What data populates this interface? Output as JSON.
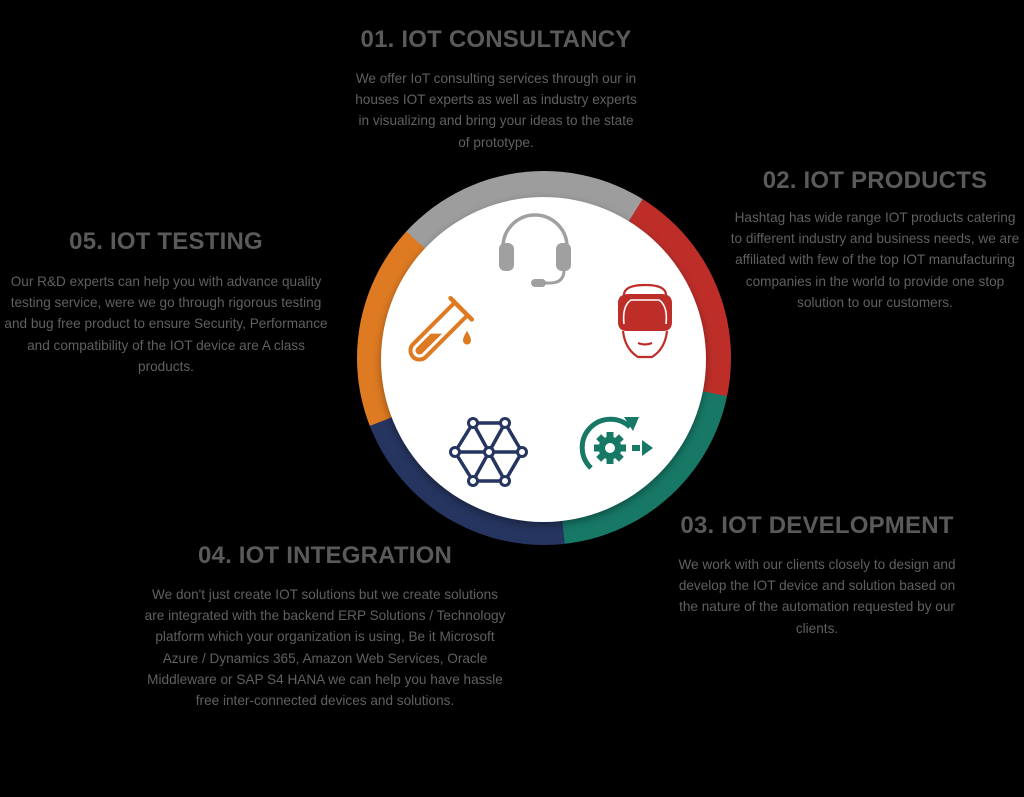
{
  "colors": {
    "background": "#000000",
    "title": "#5a5a5a",
    "body": "#606060",
    "disc": "#ffffff"
  },
  "sections": [
    {
      "title": "01. IOT CONSULTANCY",
      "icon": "headset-icon",
      "color": "#9d9d9d",
      "lines": [
        "We offer IoT consulting services through our in",
        "houses IOT experts as well as industry experts",
        "in visualizing and bring your ideas to the state",
        "of prototype."
      ]
    },
    {
      "title": "02. IOT PRODUCTS",
      "icon": "vr-headset-icon",
      "color": "#be2e29",
      "lines": [
        "Hashtag has wide range IOT products catering",
        "to different industry and business needs, we are",
        "affiliated with few of the top IOT manufacturing",
        "companies in the world to provide one stop",
        "solution to our customers."
      ]
    },
    {
      "title": "03. IOT DEVELOPMENT",
      "icon": "gear-process-icon",
      "color": "#177866",
      "lines": [
        "We work with our clients closely to design and",
        "develop the IOT device and solution based on",
        "the nature of the automation requested by our",
        "clients."
      ]
    },
    {
      "title": "04. IOT INTEGRATION",
      "icon": "network-icon",
      "color": "#26355f",
      "lines": [
        "We don't just create IOT solutions but we create solutions",
        "are integrated with the backend ERP Solutions / Technology",
        "platform which your organization is using, Be it Microsoft",
        "Azure / Dynamics 365, Amazon Web Services, Oracle",
        "Middleware or SAP S4 HANA we can help you have hassle",
        "free inter-connected devices and solutions."
      ]
    },
    {
      "title": "05. IOT TESTING",
      "icon": "test-tube-icon",
      "color": "#dd7a22",
      "lines": [
        "Our R&D experts can help you with advance quality",
        "testing service, were we go through rigorous testing",
        "and bug free product to ensure Security, Performance",
        "and compatibility of the IOT device are A class",
        "products."
      ]
    }
  ]
}
